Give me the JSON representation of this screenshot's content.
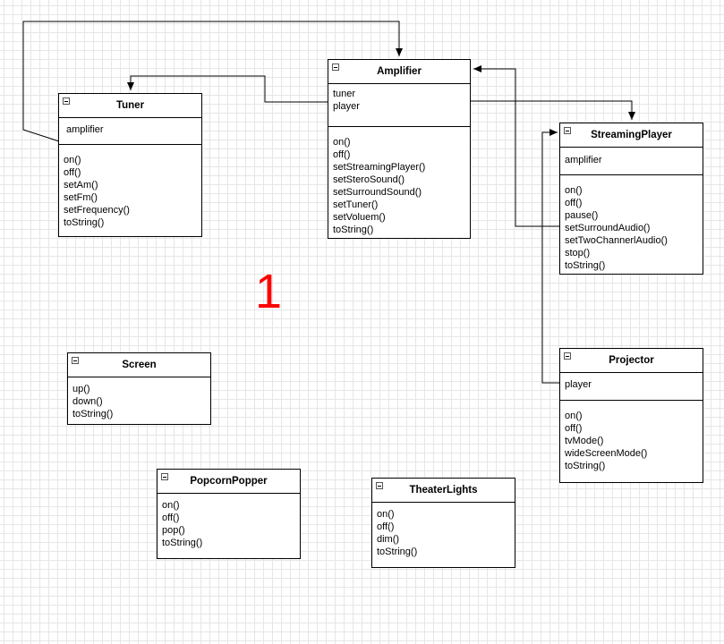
{
  "diagram_label": "1",
  "classes": {
    "amplifier": {
      "name": "Amplifier",
      "attributes": [
        "tuner",
        "player"
      ],
      "methods": [
        "on()",
        "off()",
        "setStreamingPlayer()",
        "setSteroSound()",
        "setSurroundSound()",
        "setTuner()",
        "setVoluem()",
        "toString()"
      ]
    },
    "tuner": {
      "name": "Tuner",
      "attributes": [
        "amplifier"
      ],
      "methods": [
        "on()",
        "off()",
        "setAm()",
        "setFm()",
        "setFrequency()",
        "toString()"
      ]
    },
    "streamingplayer": {
      "name": "StreamingPlayer",
      "attributes": [
        "amplifier"
      ],
      "methods": [
        "on()",
        "off()",
        "pause()",
        "setSurroundAudio()",
        "setTwoChannerlAudio()",
        "stop()",
        "toString()"
      ]
    },
    "projector": {
      "name": "Projector",
      "attributes": [
        "player"
      ],
      "methods": [
        "on()",
        "off()",
        "tvMode()",
        "wideScreenMode()",
        "toString()"
      ]
    },
    "screen": {
      "name": "Screen",
      "attributes": [],
      "methods": [
        "up()",
        "down()",
        "toString()"
      ]
    },
    "popcornpopper": {
      "name": "PopcornPopper",
      "attributes": [],
      "methods": [
        "on()",
        "off()",
        "pop()",
        "toString()"
      ]
    },
    "theaterlights": {
      "name": "TheaterLights",
      "attributes": [],
      "methods": [
        "on()",
        "off()",
        "dim()",
        "toString()"
      ]
    }
  },
  "associations": [
    {
      "from": "Tuner.amplifier",
      "to": "Amplifier"
    },
    {
      "from": "Amplifier.tuner",
      "to": "Tuner"
    },
    {
      "from": "Amplifier.player",
      "to": "StreamingPlayer"
    },
    {
      "from": "StreamingPlayer.amplifier",
      "to": "Amplifier"
    },
    {
      "from": "Projector.player",
      "to": "StreamingPlayer"
    }
  ]
}
